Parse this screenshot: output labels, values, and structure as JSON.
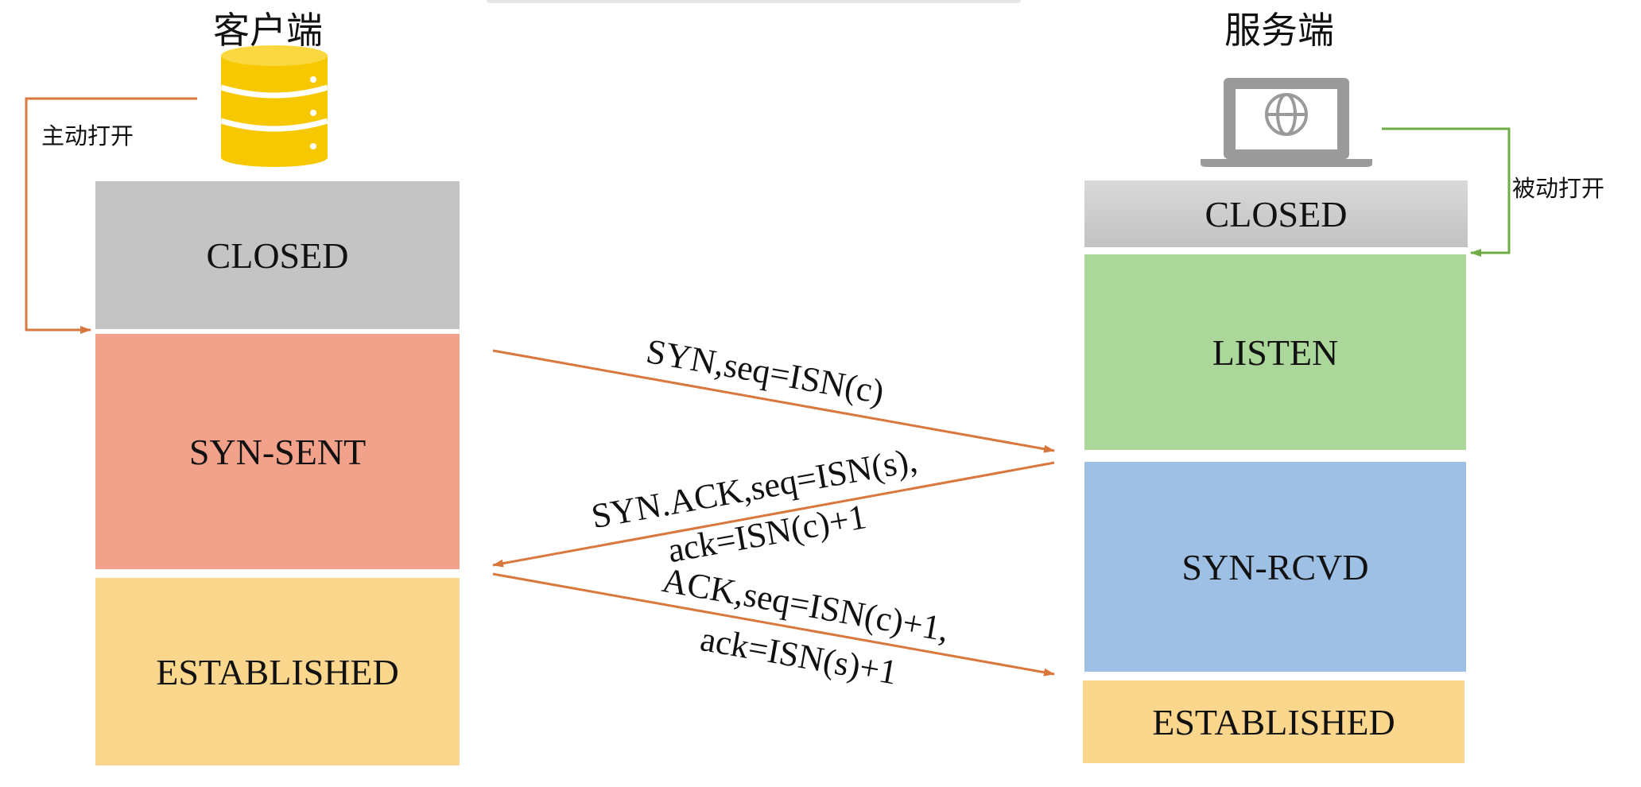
{
  "client": {
    "title": "客户端",
    "icon": "database-icon",
    "open_label": "主动打开",
    "states": [
      "CLOSED",
      "SYN-SENT",
      "ESTABLISHED"
    ]
  },
  "server": {
    "title": "服务端",
    "icon": "laptop-globe-icon",
    "open_label": "被动打开",
    "states": [
      "CLOSED",
      "LISTEN",
      "SYN-RCVD",
      "ESTABLISHED"
    ]
  },
  "messages": {
    "syn": "SYN,seq=ISN(c)",
    "synack_1": "SYN.ACK,seq=ISN(s),",
    "synack_2": "ack=ISN(c)+1",
    "ack_1": "ACK,seq=ISN(c)+1,",
    "ack_2": "ack=ISN(s)+1"
  },
  "colors": {
    "closed": "#c4c4c4",
    "syn_sent": "#f2a28a",
    "established": "#fad78c",
    "listen": "#acd79a",
    "syn_rcvd": "#9fc0e5",
    "arrow": "#d9773d",
    "server_open_arrow": "#70ad47",
    "database": "#f7c800",
    "laptop": "#9a9a9a"
  }
}
